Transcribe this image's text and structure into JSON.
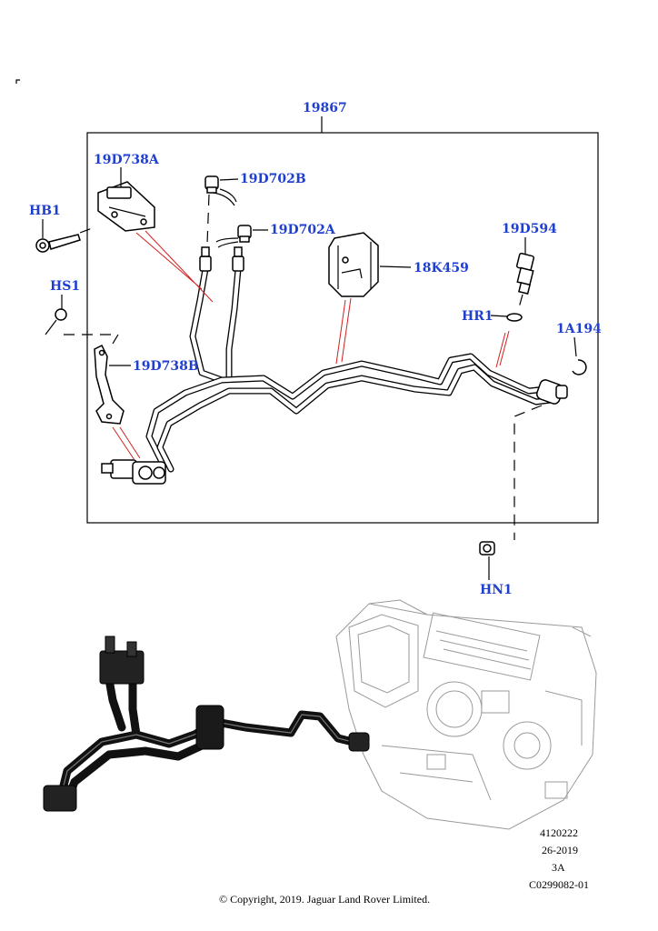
{
  "diagram": {
    "assembly_label": "19867",
    "callouts": {
      "c19D738A": "19D738A",
      "c19D702B": "19D702B",
      "c19D702A": "19D702A",
      "c18K459": "18K459",
      "c19D594": "19D594",
      "cHB1": "HB1",
      "cHS1": "HS1",
      "cHR1": "HR1",
      "c1A194": "1A194",
      "c19D738B": "19D738B",
      "cHN1": "HN1"
    },
    "meta": {
      "line1": "4120222",
      "line2": "26-2019",
      "line3": "3A",
      "line4": "C0299082-01"
    },
    "copyright": "© Copyright, 2019. Jaguar Land Rover Limited.",
    "colors": {
      "callout": "#1f3fcf",
      "leader_red": "#d42020"
    }
  }
}
